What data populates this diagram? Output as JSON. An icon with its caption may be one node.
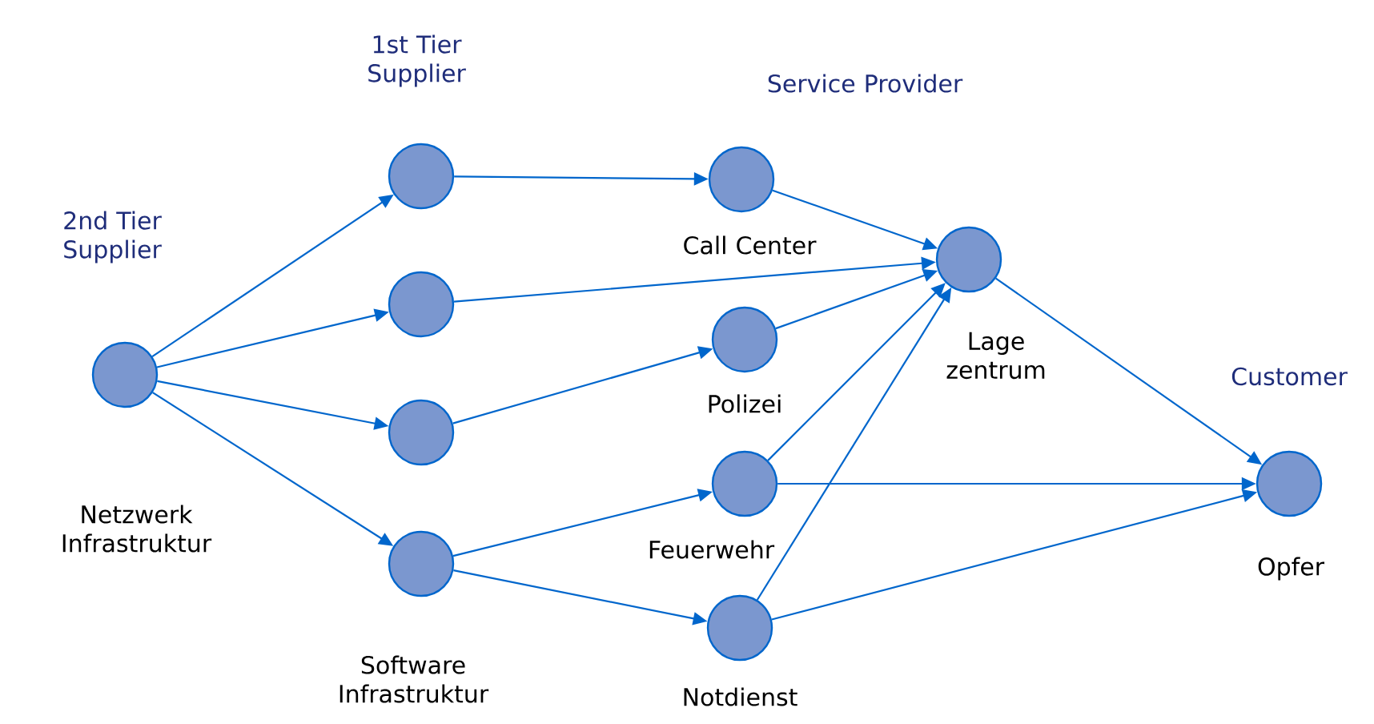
{
  "diagram": {
    "nodes": [
      {
        "text": [
          "Netzwerk Infrastruktur"
        ]
      },
      {
        "text": [],
        "shape": "circle"
      },
      {
        "text": [],
        "shape": "circle"
      },
      {
        "text": [],
        "shape": "circle"
      },
      {
        "text": [
          "Software Infrastruktur"
        ]
      },
      {
        "text": [
          "Call Center"
        ]
      },
      {
        "text": [
          "Polizei"
        ]
      },
      {
        "text": [
          "Feuerwehr"
        ]
      },
      {
        "text": [
          "Notdienst"
        ]
      },
      {
        "text": [
          "Lage zentrum"
        ]
      },
      {
        "text": [
          "Opfer"
        ]
      }
    ],
    "edges": [
      {
        "from": 0,
        "to": 1,
        "arrow": "to"
      },
      {
        "from": 0,
        "to": 2,
        "arrow": "to"
      },
      {
        "from": 0,
        "to": 3,
        "arrow": "to"
      },
      {
        "from": 0,
        "to": 4,
        "arrow": "to"
      },
      {
        "from": 1,
        "to": 5,
        "arrow": "to"
      },
      {
        "from": 2,
        "to": 9,
        "arrow": "to"
      },
      {
        "from": 3,
        "to": 6,
        "arrow": "to"
      },
      {
        "from": 4,
        "to": 7,
        "arrow": "to"
      },
      {
        "from": 4,
        "to": 8,
        "arrow": "to"
      },
      {
        "from": 5,
        "to": 9,
        "arrow": "to"
      },
      {
        "from": 6,
        "to": 9,
        "arrow": "to"
      },
      {
        "from": 7,
        "to": 9,
        "arrow": "to"
      },
      {
        "from": 8,
        "to": 9,
        "arrow": "to"
      },
      {
        "from": 9,
        "to": 10,
        "arrow": "to"
      },
      {
        "from": 7,
        "to": 10,
        "arrow": "to"
      },
      {
        "from": 8,
        "to": 10,
        "arrow": "to"
      }
    ],
    "labels": [
      "1st Tier Supplier",
      "Service Provider",
      "2nd Tier Supplier",
      "Customer"
    ]
  }
}
